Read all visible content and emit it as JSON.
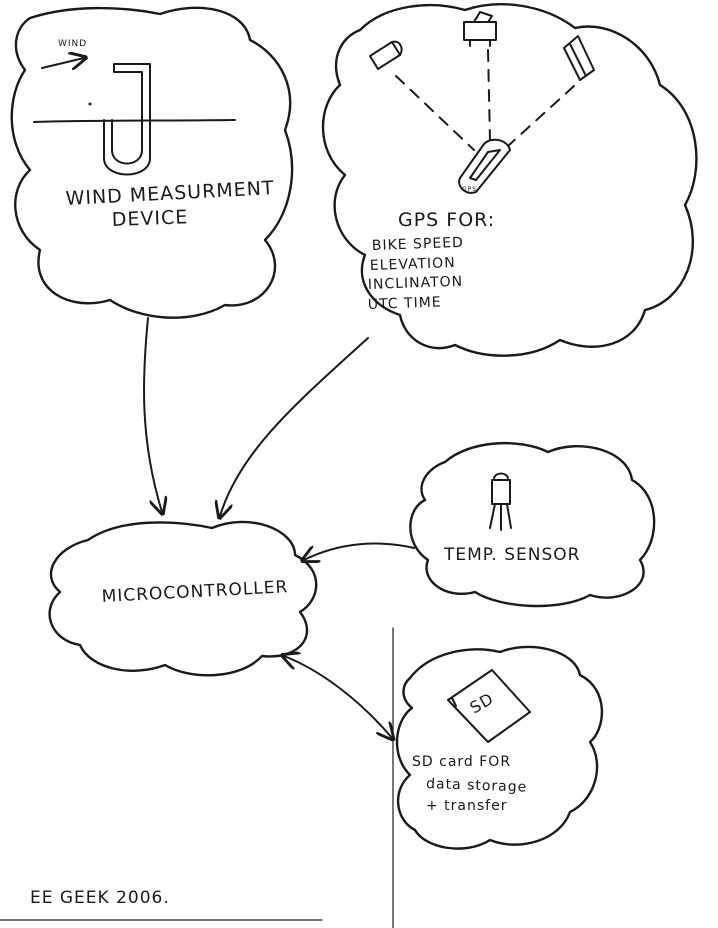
{
  "wind_node": {
    "arrow_label": "WIND",
    "title_line1": "WIND MEASURMENT",
    "title_line2": "DEVICE"
  },
  "gps_node": {
    "title": "GPS FOR:",
    "items": [
      "BIKE SPEED",
      "ELEVATION",
      "INCLINATON",
      "UTC TIME"
    ],
    "device_label": "GPS"
  },
  "micro_node": {
    "title": "MICROCONTROLLER"
  },
  "temp_node": {
    "title": "TEMP. SENSOR"
  },
  "sd_node": {
    "chip_label": "SD",
    "lines": [
      "SD card FOR",
      "data storage",
      "+ transfer"
    ]
  },
  "signature": "EE GEEK 2006."
}
